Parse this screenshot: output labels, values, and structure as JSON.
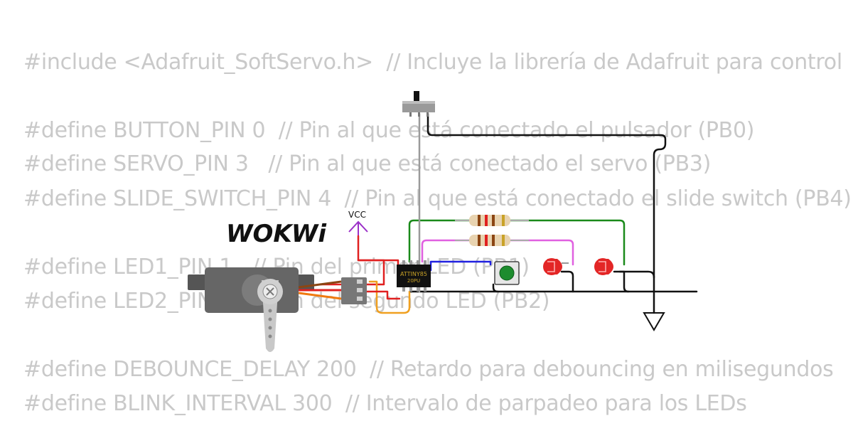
{
  "code": {
    "lines": [
      "#include <Adafruit_SoftServo.h>  // Incluye la librería de Adafruit para control",
      "#define BUTTON_PIN 0  // Pin al que está conectado el pulsador (PB0)",
      "#define SERVO_PIN 3   // Pin al que está conectado el servo (PB3)",
      "#define SLIDE_SWITCH_PIN 4  // Pin al que está conectado el slide switch (PB4)",
      "#define LED1_PIN 1   // Pin del primer LED (PB1)",
      "#define LED2_PIN 2   // Pin del segundo LED (PB2)",
      "#define DEBOUNCE_DELAY 200  // Retardo para debouncing en milisegundos",
      "#define BLINK_INTERVAL 300  // Intervalo de parpadeo para los LEDs"
    ]
  },
  "diagram": {
    "logo": "WOKWi",
    "vcc_label": "VCC",
    "chip_label_1": "ATTINY85",
    "chip_label_2": "20PU"
  },
  "colors": {
    "code_text": "#c9c9c9",
    "wire_black": "#111111",
    "wire_red": "#e02020",
    "wire_green": "#1a8a1a",
    "wire_magenta": "#e060e0",
    "wire_blue": "#2020e0",
    "wire_orange": "#f0a020",
    "vcc_arrow": "#9b30c8",
    "led_red": "#e32626",
    "button_green": "#1d8c2e"
  }
}
